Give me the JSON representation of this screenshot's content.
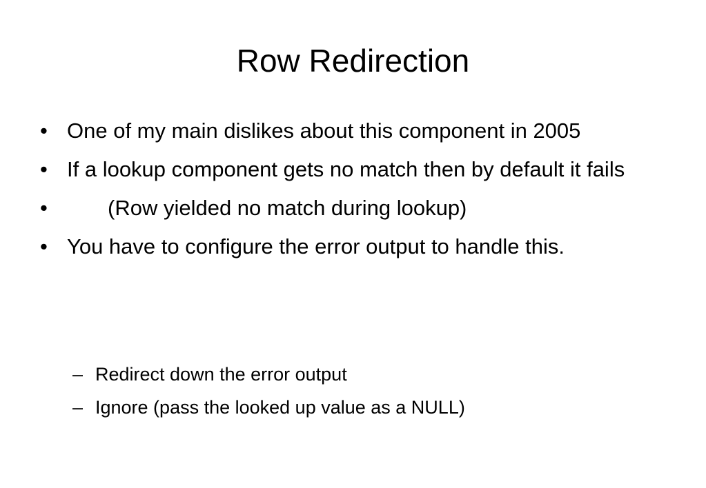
{
  "slide": {
    "title": "Row Redirection",
    "bullets": [
      {
        "marker": "•",
        "text": "One of my main dislikes about this component in 2005"
      },
      {
        "marker": "•",
        "text": "If a lookup component gets no match then by default it fails"
      },
      {
        "marker": "•",
        "text": "(Row yielded no match during lookup)"
      },
      {
        "marker": "•",
        "text": "You have to configure the error output to handle this."
      }
    ],
    "sub_bullets": [
      {
        "marker": "–",
        "text": "Redirect down the error output"
      },
      {
        "marker": "–",
        "text": "Ignore (pass the looked up value as a NULL)"
      }
    ]
  }
}
